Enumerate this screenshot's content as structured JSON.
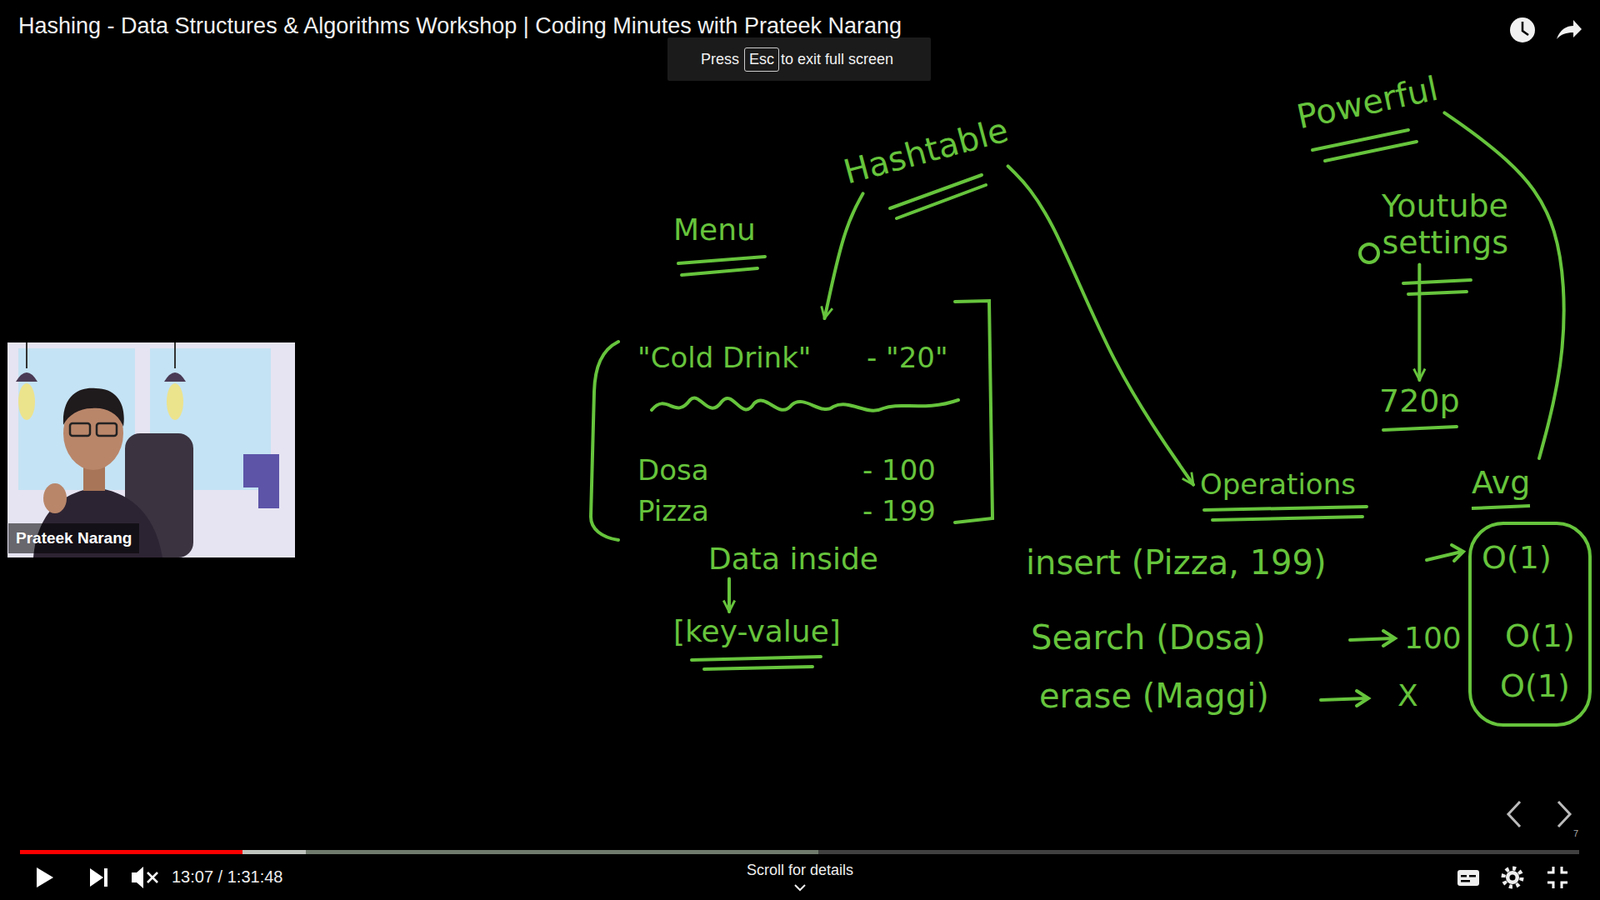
{
  "diagram": {
    "title": "Hashing - Data Structures & Algorithms Workshop | Coding Minutes with Prateek Narang",
    "nodes": [
      {
        "text": [
          "Hashtable"
        ]
      },
      {
        "text": [
          "\"Cold Drink\"",
          "- \"20\"",
          "Dosa",
          "- 100",
          "Pizza",
          "- 199"
        ]
      },
      {
        "text": [
          "Data inside"
        ]
      },
      {
        "text": [
          "[key-value]"
        ]
      },
      {
        "text": [
          "Operations"
        ]
      },
      {
        "text": [
          "Powerful"
        ]
      },
      {
        "text": [
          "Youtube settings"
        ]
      },
      {
        "text": [
          "720p"
        ]
      },
      {
        "text": [
          "Avg",
          "O(1)",
          "O(1)",
          "O(1)"
        ]
      }
    ],
    "edges": [
      {
        "from": 0,
        "to": 1,
        "arrow": "to"
      },
      {
        "from": 0,
        "to": 4,
        "arrow": "to"
      },
      {
        "from": 2,
        "to": 3,
        "arrow": "to"
      },
      {
        "from": 6,
        "to": 7,
        "arrow": "to"
      },
      {
        "from": 5,
        "to": 8,
        "arrow": "none"
      }
    ],
    "labels": [
      "Menu",
      "insert (Pizza, 199)",
      "Search (Dosa)",
      "100",
      "erase (Maggi)",
      "X",
      "Press",
      "Esc",
      "to exit full screen",
      "Prateek Narang",
      "13:07 / 1:31:48",
      "Scroll for details",
      "7"
    ]
  }
}
